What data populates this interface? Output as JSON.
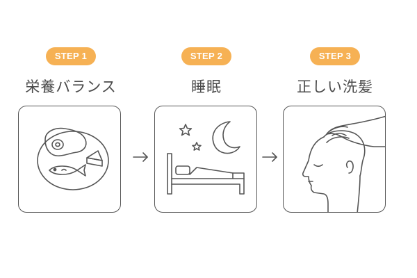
{
  "steps": [
    {
      "badge": "STEP 1",
      "title": "栄養バランス",
      "icon": "balanced-meal-icon"
    },
    {
      "badge": "STEP 2",
      "title": "睡眠",
      "icon": "sleep-bed-icon"
    },
    {
      "badge": "STEP 3",
      "title": "正しい洗髪",
      "icon": "head-wash-icon"
    }
  ],
  "colors": {
    "badge": "#f6b154",
    "line": "#555555",
    "text": "#4a4a4a"
  }
}
